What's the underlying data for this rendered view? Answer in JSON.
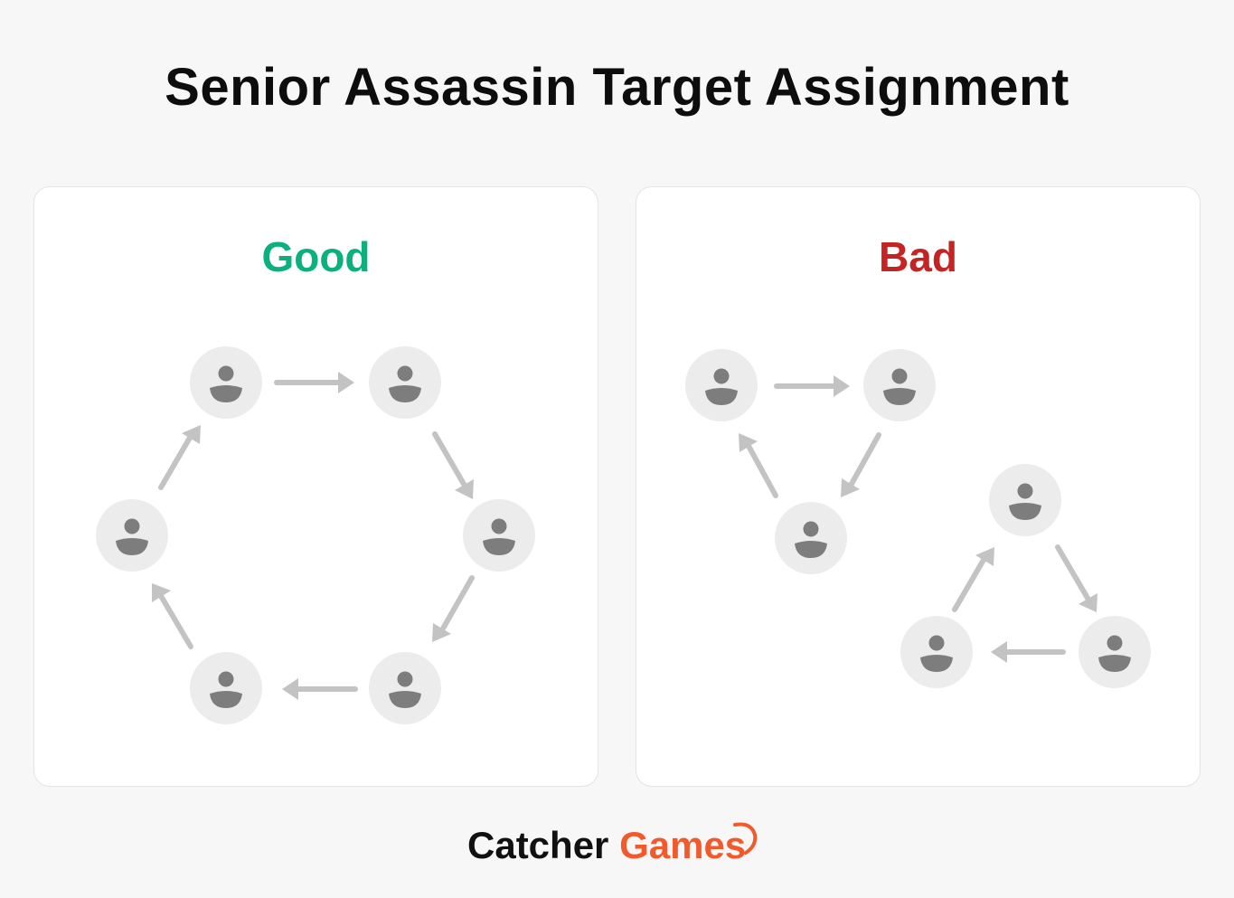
{
  "title": "Senior Assassin Target Assignment",
  "panels": {
    "good": {
      "heading": "Good",
      "color": "#0ab07d"
    },
    "bad": {
      "heading": "Bad",
      "color": "#c42424"
    }
  },
  "brand": {
    "part1": "Catcher",
    "part2": "Games",
    "accent_color": "#f25a2c"
  },
  "colors": {
    "node_fill": "#ececec",
    "person_icon": "#7d7d7d",
    "arrow": "#c3c3c3"
  }
}
